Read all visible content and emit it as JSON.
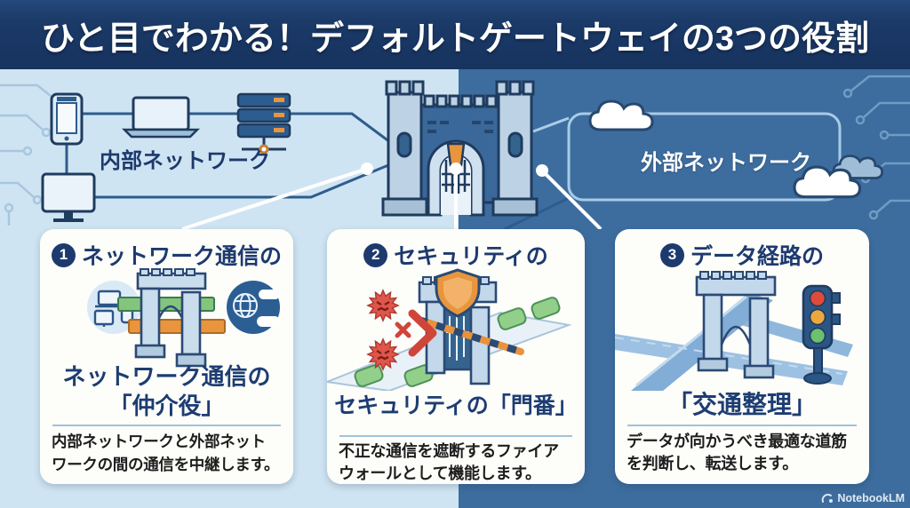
{
  "title": "ひと目でわかる！デフォルトゲートウェイの3つの役割",
  "network": {
    "internal_label": "内部ネットワーク",
    "external_label": "外部ネットワーク"
  },
  "cards": [
    {
      "number": "1",
      "header": "ネットワーク通信の",
      "subtitle_line1": "ネットワーク通信の",
      "subtitle_line2": "「仲介役」",
      "description_line1": "内部ネットワークと外部ネット",
      "description_line2": "ワークの間の通信を中継します。"
    },
    {
      "number": "2",
      "header": "セキュリティの",
      "subtitle_line1": "セキュリティの「門番」",
      "subtitle_line2": "",
      "description_line1": "不正な通信を遮断するファイア",
      "description_line2": "ウォールとして機能します。"
    },
    {
      "number": "3",
      "header": "データ経路の",
      "subtitle_line1": "「交通整理」",
      "subtitle_line2": "",
      "description_line1": "データが向かうべき最適な道筋",
      "description_line2": "を判断し、転送します。"
    }
  ],
  "brand": {
    "name": "NotebookLM"
  },
  "icons": [
    "smartphone-icon",
    "laptop-icon",
    "server-icon",
    "monitor-icon",
    "castle-gate-icon",
    "cloud-icon",
    "globe-icon",
    "shield-icon",
    "virus-icon",
    "traffic-light-icon",
    "data-packet-icon",
    "barrier-icon",
    "notebooklm-logo-icon"
  ],
  "colors": {
    "banner_navy": "#17335f",
    "left_background": "#cfe4f2",
    "right_background": "#3d6d9e",
    "card_background": "#fdfdfa",
    "heading_navy": "#1d3a6e",
    "accent_orange": "#e8953d",
    "accent_green": "#83c57d",
    "alert_red": "#d9534a",
    "line_blue": "#2e5c8d",
    "connector_white": "#ffffff"
  }
}
